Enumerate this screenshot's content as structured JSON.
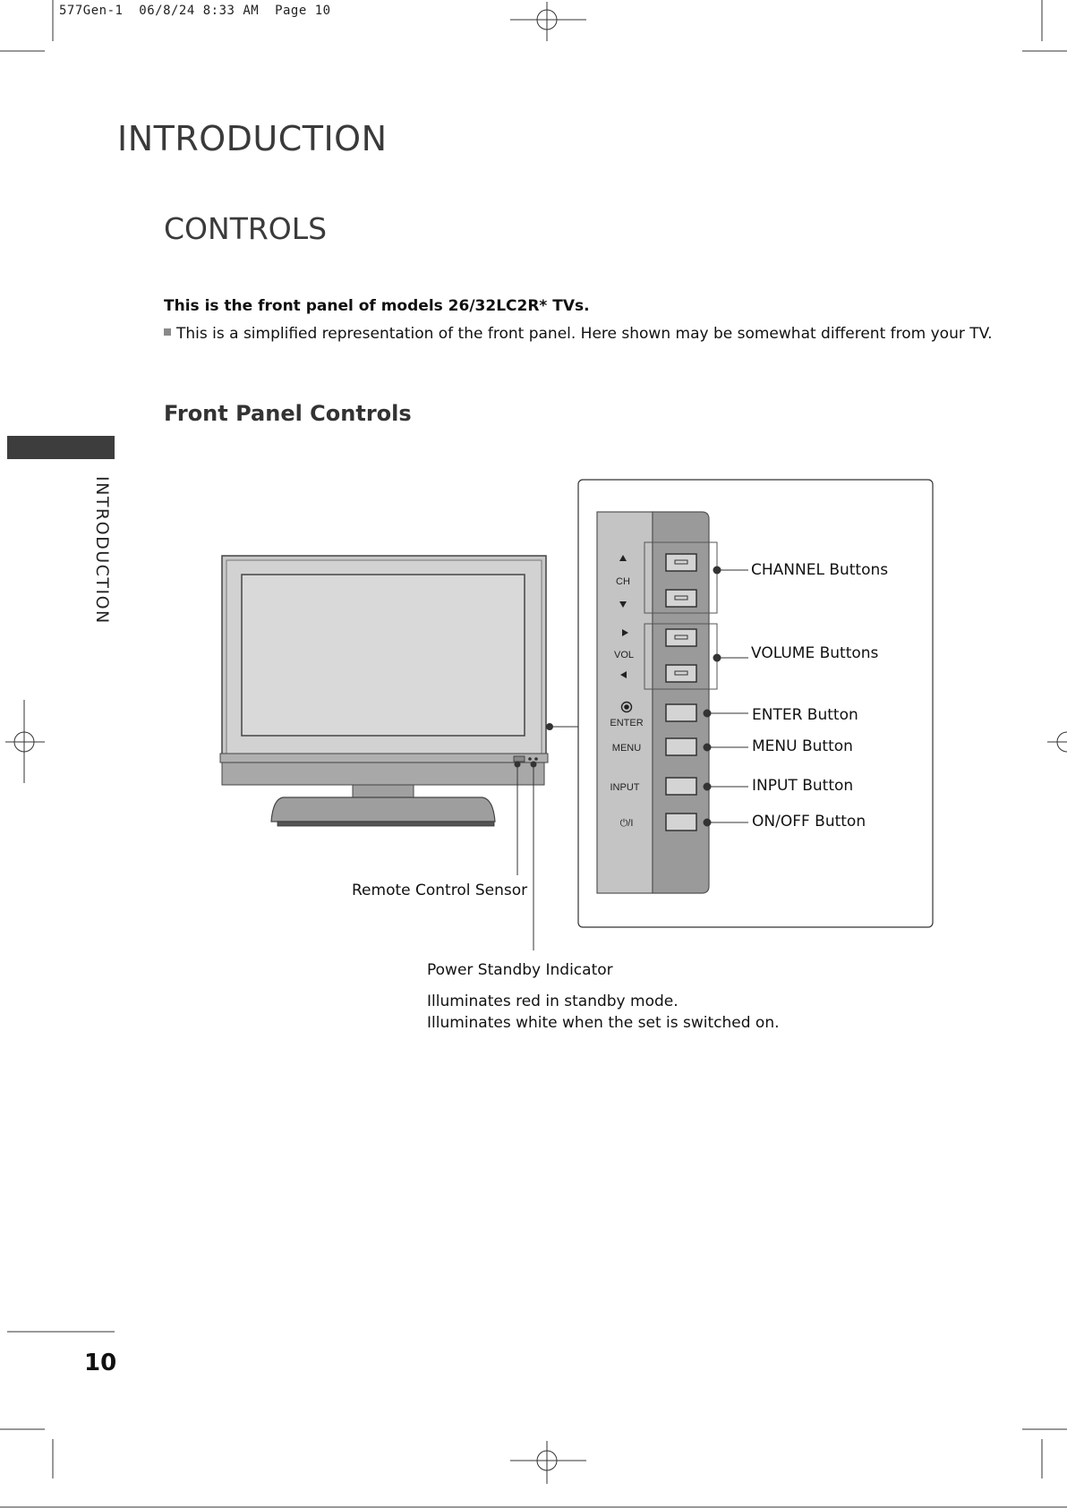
{
  "slug": "577Gen-1  06/8/24 8:33 AM  Page 10",
  "section_title": "INTRODUCTION",
  "side_label": "INTRODUCTION",
  "heading": "CONTROLS",
  "lead": "This is the front panel of models 26/32LC2R* TVs.",
  "note": "This is a simplified representation of the front panel. Here shown may be somewhat different from your TV.",
  "subheading": "Front Panel Controls",
  "panel_labels": {
    "ch": "CH",
    "vol": "VOL",
    "enter": "ENTER",
    "menu": "MENU",
    "input": "INPUT",
    "power": "⏻/I"
  },
  "callouts": {
    "channel": "CHANNEL Buttons",
    "volume": "VOLUME Buttons",
    "enter": "ENTER Button",
    "menu": "MENU Button",
    "input": "INPUT Button",
    "onoff": "ON/OFF Button",
    "remote_sensor": "Remote Control Sensor",
    "power_indicator": "Power Standby Indicator"
  },
  "indicator_desc": [
    "Illuminates red in standby mode.",
    "Illuminates white when the set is switched on."
  ],
  "page_number": "10"
}
